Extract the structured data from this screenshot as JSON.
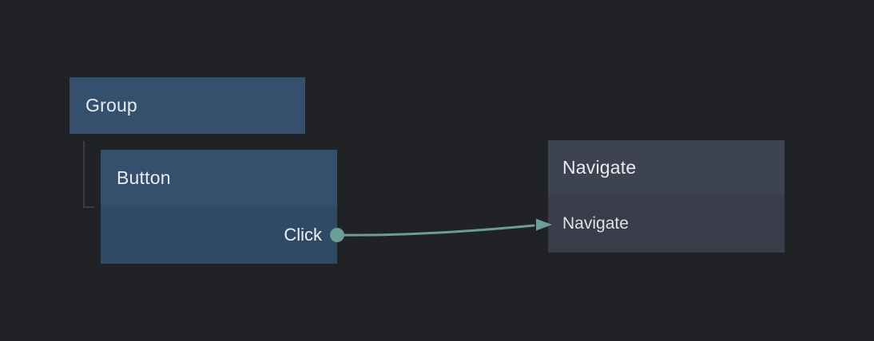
{
  "canvas": {
    "background_color": "#212225"
  },
  "palette": {
    "event_header_color": "#35506d",
    "event_body_color": "#2f4a64",
    "action_header_color": "#3e4351",
    "action_body_color": "#393d49",
    "wire_color": "#6b9e96",
    "tree_line_color": "#3d3d40",
    "title_text_color": "#e9ebee",
    "body_text_color": "#dfe1e5"
  },
  "nodes": {
    "group": {
      "title": "Group"
    },
    "button": {
      "title": "Button",
      "output_port_label": "Click"
    },
    "navigate": {
      "title": "Navigate",
      "action_label": "Navigate"
    }
  },
  "connection": {
    "source_node": "Button",
    "source_port": "Click",
    "target_node": "Navigate"
  },
  "icons": {
    "output_port_dot": "filled-circle",
    "wire_arrowhead": "right-arrowhead-triangle"
  }
}
